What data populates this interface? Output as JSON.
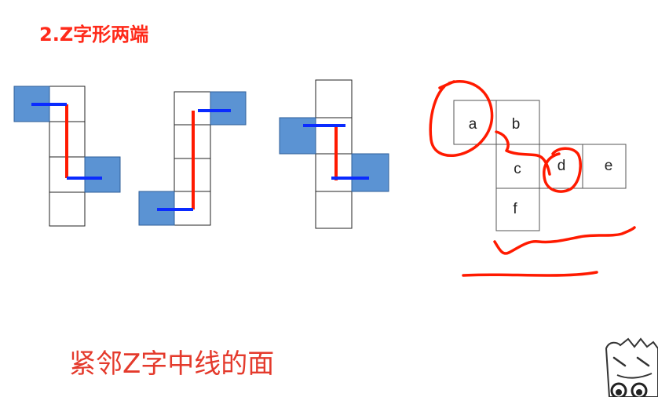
{
  "slide": {
    "title": "2.Z字形两端",
    "caption": "紧邻Z字中线的面"
  },
  "net4": {
    "labels": [
      "a",
      "b",
      "c",
      "d",
      "e",
      "f"
    ]
  },
  "colors": {
    "title": "#ff2a1a",
    "caption": "#e43a2c",
    "highlight_fill": "#5b93d3",
    "highlight_stroke": "#2f5f9a",
    "z_line": "#ff1a00",
    "end_segment": "#0a2bff",
    "annotation": "#ff1a00"
  },
  "icons": [
    "mascot-icon"
  ]
}
